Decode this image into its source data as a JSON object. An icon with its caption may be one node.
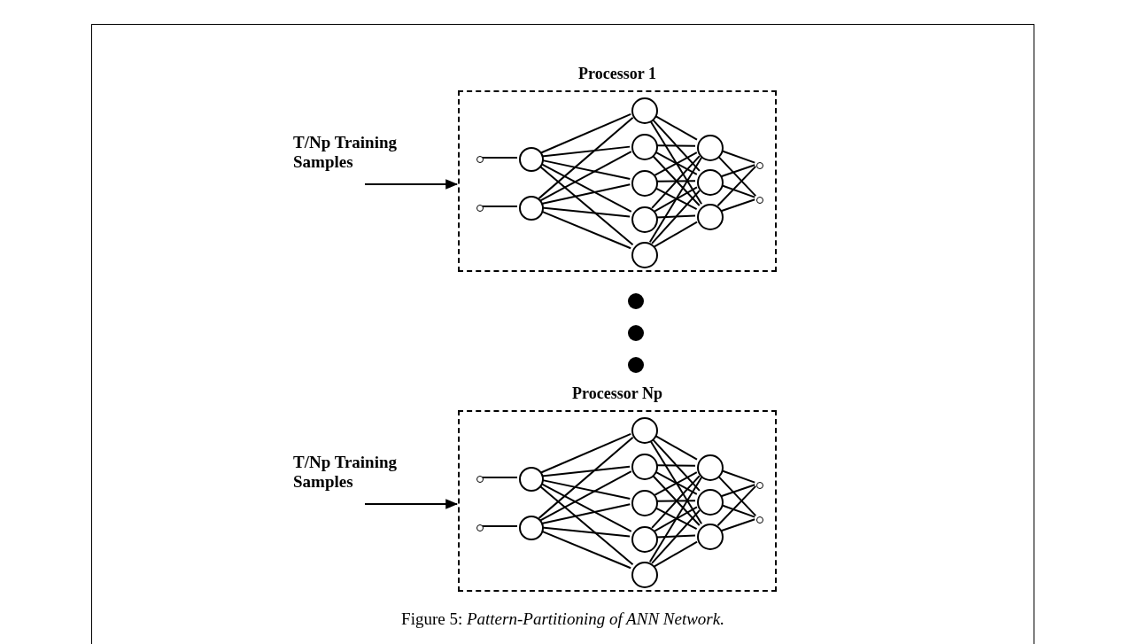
{
  "diagram": {
    "caption": "Figure 5: *Pattern-Partitioning of ANN Network.*",
    "nodes": [
      {
        "text": [
          "Processor 1"
        ],
        "beside": [
          "T/Np Training Samples"
        ]
      },
      {
        "text": [],
        "shape": "circle",
        "in": 0
      },
      {
        "text": [],
        "shape": "circle",
        "in": 0
      },
      {
        "text": [],
        "shape": "circle",
        "in": 0
      },
      {
        "text": [],
        "shape": "circle",
        "in": 0
      },
      {
        "text": [],
        "shape": "circle",
        "in": 0
      },
      {
        "text": [],
        "shape": "circle",
        "in": 0
      },
      {
        "text": [],
        "shape": "circle",
        "in": 0
      },
      {
        "text": [],
        "shape": "circle",
        "in": 0
      },
      {
        "text": [],
        "shape": "circle",
        "in": 0
      },
      {
        "text": [],
        "shape": "circle",
        "in": 0
      },
      {
        "text": [],
        "shape": "circle",
        "in": 0
      },
      {
        "text": [],
        "shape": "circle",
        "in": 0
      },
      {
        "text": [],
        "shape": "circle",
        "in": 0
      },
      {
        "text": [],
        "shape": "circle",
        "in": 0
      },
      {
        "text": [
          "Processor Np"
        ],
        "beside": [
          "T/Np Training Samples"
        ]
      },
      {
        "text": [],
        "shape": "circle",
        "in": 15
      },
      {
        "text": [],
        "shape": "circle",
        "in": 15
      },
      {
        "text": [],
        "shape": "circle",
        "in": 15
      },
      {
        "text": [],
        "shape": "circle",
        "in": 15
      },
      {
        "text": [],
        "shape": "circle",
        "in": 15
      },
      {
        "text": [],
        "shape": "circle",
        "in": 15
      },
      {
        "text": [],
        "shape": "circle",
        "in": 15
      },
      {
        "text": [],
        "shape": "circle",
        "in": 15
      },
      {
        "text": [],
        "shape": "circle",
        "in": 15
      },
      {
        "text": [],
        "shape": "circle",
        "in": 15
      },
      {
        "text": [],
        "shape": "circle",
        "in": 15
      },
      {
        "text": [],
        "shape": "circle",
        "in": 15
      },
      {
        "text": [],
        "shape": "circle",
        "in": 15
      },
      {
        "text": [],
        "shape": "circle",
        "in": 15
      }
    ],
    "edges": [
      {
        "from": null,
        "to": 0,
        "arrow": "to"
      },
      {
        "from": 1,
        "to": 3,
        "arrow": "none"
      },
      {
        "from": 2,
        "to": 4,
        "arrow": "none"
      },
      {
        "from": 3,
        "to": 5,
        "arrow": "none"
      },
      {
        "from": 3,
        "to": 6,
        "arrow": "none"
      },
      {
        "from": 3,
        "to": 7,
        "arrow": "none"
      },
      {
        "from": 3,
        "to": 8,
        "arrow": "none"
      },
      {
        "from": 3,
        "to": 9,
        "arrow": "none"
      },
      {
        "from": 4,
        "to": 5,
        "arrow": "none"
      },
      {
        "from": 4,
        "to": 6,
        "arrow": "none"
      },
      {
        "from": 4,
        "to": 7,
        "arrow": "none"
      },
      {
        "from": 4,
        "to": 8,
        "arrow": "none"
      },
      {
        "from": 4,
        "to": 9,
        "arrow": "none"
      },
      {
        "from": 5,
        "to": 10,
        "arrow": "none"
      },
      {
        "from": 5,
        "to": 11,
        "arrow": "none"
      },
      {
        "from": 5,
        "to": 12,
        "arrow": "none"
      },
      {
        "from": 6,
        "to": 10,
        "arrow": "none"
      },
      {
        "from": 6,
        "to": 11,
        "arrow": "none"
      },
      {
        "from": 6,
        "to": 12,
        "arrow": "none"
      },
      {
        "from": 7,
        "to": 10,
        "arrow": "none"
      },
      {
        "from": 7,
        "to": 11,
        "arrow": "none"
      },
      {
        "from": 7,
        "to": 12,
        "arrow": "none"
      },
      {
        "from": 8,
        "to": 10,
        "arrow": "none"
      },
      {
        "from": 8,
        "to": 11,
        "arrow": "none"
      },
      {
        "from": 8,
        "to": 12,
        "arrow": "none"
      },
      {
        "from": 9,
        "to": 10,
        "arrow": "none"
      },
      {
        "from": 9,
        "to": 11,
        "arrow": "none"
      },
      {
        "from": 9,
        "to": 12,
        "arrow": "none"
      },
      {
        "from": 10,
        "to": 13,
        "arrow": "none"
      },
      {
        "from": 10,
        "to": 14,
        "arrow": "none"
      },
      {
        "from": 11,
        "to": 13,
        "arrow": "none"
      },
      {
        "from": 11,
        "to": 14,
        "arrow": "none"
      },
      {
        "from": 12,
        "to": 13,
        "arrow": "none"
      },
      {
        "from": 12,
        "to": 14,
        "arrow": "none"
      },
      {
        "from": null,
        "to": 15,
        "arrow": "to"
      },
      {
        "from": 16,
        "to": 18,
        "arrow": "none"
      },
      {
        "from": 17,
        "to": 19,
        "arrow": "none"
      },
      {
        "from": 18,
        "to": 20,
        "arrow": "none"
      },
      {
        "from": 18,
        "to": 21,
        "arrow": "none"
      },
      {
        "from": 18,
        "to": 22,
        "arrow": "none"
      },
      {
        "from": 18,
        "to": 23,
        "arrow": "none"
      },
      {
        "from": 18,
        "to": 24,
        "arrow": "none"
      },
      {
        "from": 19,
        "to": 20,
        "arrow": "none"
      },
      {
        "from": 19,
        "to": 21,
        "arrow": "none"
      },
      {
        "from": 19,
        "to": 22,
        "arrow": "none"
      },
      {
        "from": 19,
        "to": 23,
        "arrow": "none"
      },
      {
        "from": 19,
        "to": 24,
        "arrow": "none"
      },
      {
        "from": 20,
        "to": 25,
        "arrow": "none"
      },
      {
        "from": 20,
        "to": 26,
        "arrow": "none"
      },
      {
        "from": 20,
        "to": 27,
        "arrow": "none"
      },
      {
        "from": 21,
        "to": 25,
        "arrow": "none"
      },
      {
        "from": 21,
        "to": 26,
        "arrow": "none"
      },
      {
        "from": 21,
        "to": 27,
        "arrow": "none"
      },
      {
        "from": 22,
        "to": 25,
        "arrow": "none"
      },
      {
        "from": 22,
        "to": 26,
        "arrow": "none"
      },
      {
        "from": 22,
        "to": 27,
        "arrow": "none"
      },
      {
        "from": 23,
        "to": 25,
        "arrow": "none"
      },
      {
        "from": 23,
        "to": 26,
        "arrow": "none"
      },
      {
        "from": 23,
        "to": 27,
        "arrow": "none"
      },
      {
        "from": 24,
        "to": 25,
        "arrow": "none"
      },
      {
        "from": 24,
        "to": 26,
        "arrow": "none"
      },
      {
        "from": 24,
        "to": 27,
        "arrow": "none"
      },
      {
        "from": 25,
        "to": 28,
        "arrow": "none"
      },
      {
        "from": 25,
        "to": 29,
        "arrow": "none"
      },
      {
        "from": 26,
        "to": 28,
        "arrow": "none"
      },
      {
        "from": 26,
        "to": 29,
        "arrow": "none"
      },
      {
        "from": 27,
        "to": 28,
        "arrow": "none"
      },
      {
        "from": 27,
        "to": 29,
        "arrow": "none"
      }
    ]
  }
}
